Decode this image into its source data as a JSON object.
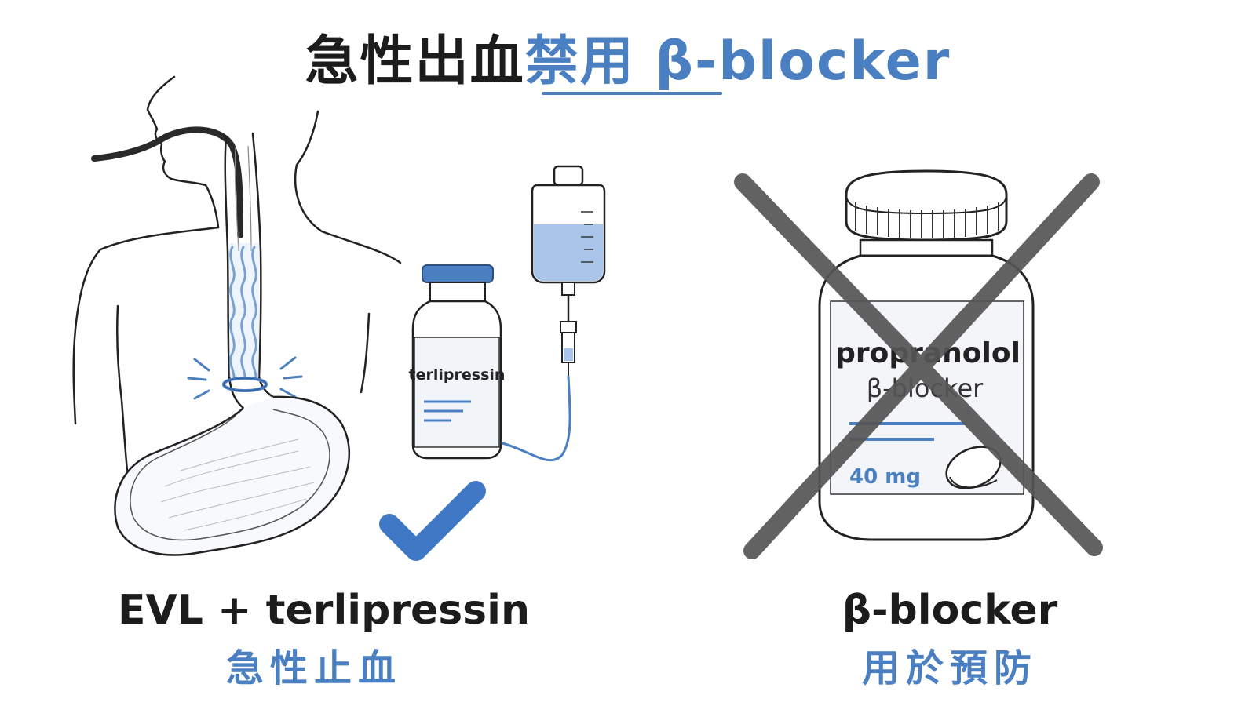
{
  "title": {
    "part_dark": "急性出血",
    "part_blue": "禁用 β-blocker"
  },
  "left": {
    "vial_label": "terlipressin",
    "caption_main": "EVL + terlipressin",
    "caption_sub": "急性止血"
  },
  "right": {
    "bottle_name": "propranolol",
    "bottle_class": "β-blocker",
    "bottle_dose": "40 mg",
    "caption_main": "β-blocker",
    "caption_sub": "用於預防"
  },
  "colors": {
    "accent": "#4a7fc1",
    "dark": "#1c1c1c",
    "cross": "#555555",
    "line": "#222222"
  }
}
